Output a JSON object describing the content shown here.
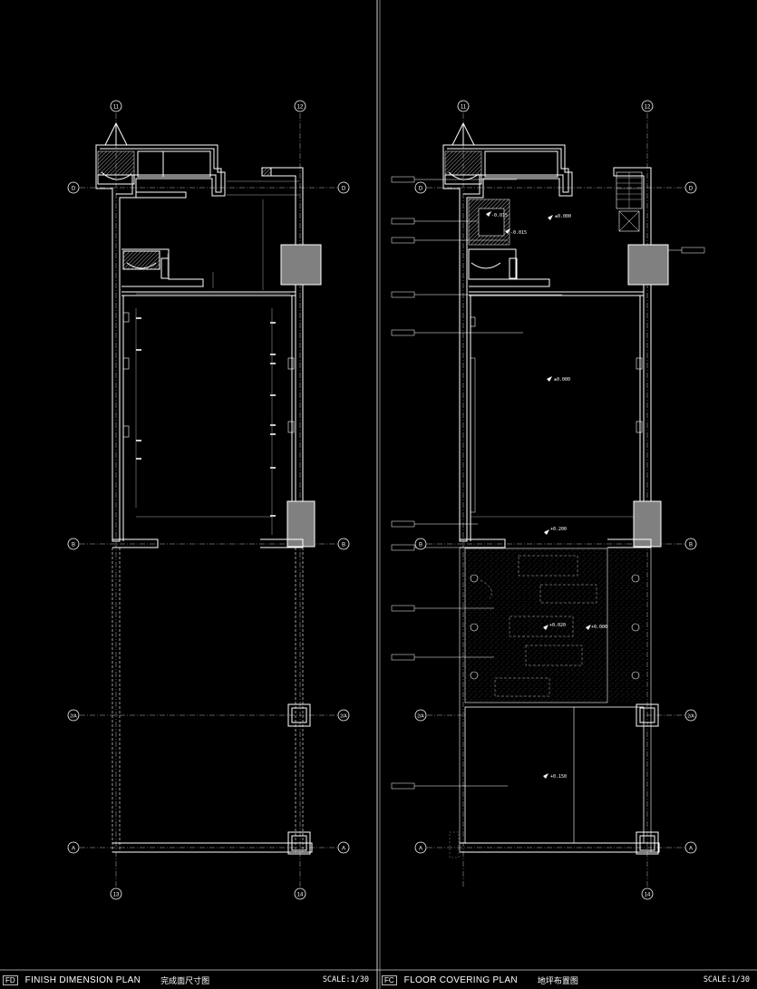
{
  "colors": {
    "background": "#000000",
    "linework": "#ffffff",
    "column_fill": "#808080",
    "hatch": "#d0d0d0"
  },
  "left_panel": {
    "code": "FD",
    "title_en": "FINISH DIMENSION PLAN",
    "title_cn": "完成面尺寸图",
    "scale": "SCALE:1/30",
    "grid_top_11": "11",
    "grid_top_12": "12",
    "grid_bottom_13": "13",
    "grid_bottom_14": "14",
    "row_D": "D",
    "row_B": "B",
    "row_2A": "2/A",
    "row_A": "A"
  },
  "right_panel": {
    "code": "FC",
    "title_en": "FLOOR COVERING PLAN",
    "title_cn": "地坪布置图",
    "scale": "SCALE:1/30",
    "grid_top_11": "11",
    "grid_top_12": "12",
    "grid_bottom_14": "14",
    "row_D": "D",
    "row_B": "B",
    "row_2A": "2/A",
    "row_A": "A",
    "levels": {
      "upper_room": "±0.000",
      "toilet_1": "-0.015",
      "toilet_2": "-0.015",
      "main_room": "±0.000",
      "threshold": "+0.200",
      "terrace_1": "+0.020",
      "terrace_2": "+0.000",
      "lower_area": "+0.150"
    }
  }
}
